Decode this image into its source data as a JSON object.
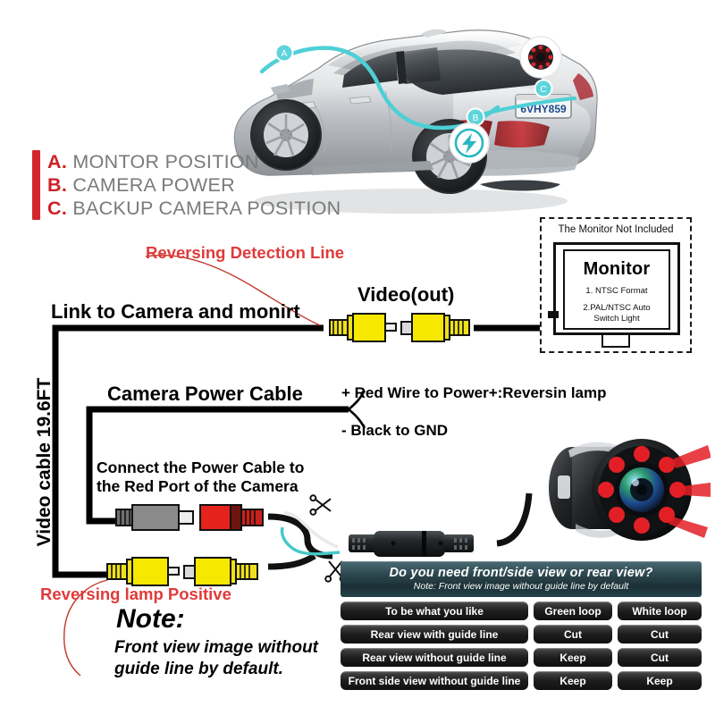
{
  "legend": {
    "items": [
      {
        "letter": "A.",
        "label": "MONTOR POSITION"
      },
      {
        "letter": "B.",
        "label": "CAMERA POWER"
      },
      {
        "letter": "C.",
        "label": "BACKUP CAMERA POSITION"
      }
    ],
    "bar_color": "#d2262c",
    "letter_color": "#cf2027",
    "text_color": "#7a7a7a"
  },
  "car": {
    "license_plate": "6VHY859",
    "markers": [
      "A",
      "B",
      "C"
    ],
    "route_line_color": "#4ecfd6"
  },
  "labels": {
    "link_to_camera": "Link to Camera and monirt",
    "video_out": "Video(out)",
    "reversing_detection_line": "Reversing Detection Line",
    "camera_power_cable": "Camera Power Cable",
    "red_wire": "+ Red Wire to Power+:Reversin lamp",
    "black_gnd": "- Black to GND",
    "connect_power_line1": "Connect the Power Cable to",
    "connect_power_line2": "the Red Port of the Camera",
    "reversing_lamp_positive": "Reversing lamp Positive",
    "note_title": "Note:",
    "note_line1": "Front view image without",
    "note_line2": "guide line by default.",
    "video_cable_length": "Video cable 19.6FT",
    "red_text_color": "#e03a3a"
  },
  "monitor": {
    "caption": "The Monitor Not Included",
    "title": "Monitor",
    "spec1": "1. NTSC Format",
    "spec2_line1": "2.PAL/NTSC Auto",
    "spec2_line2": "Switch Light"
  },
  "options": {
    "banner_title": "Do you need front/side view or rear view?",
    "banner_note": "Note: Front view image without guide line by default",
    "rows": [
      {
        "choice": "To be what you like",
        "green": "Green loop",
        "white": "White loop"
      },
      {
        "choice": "Rear view with guide line",
        "green": "Cut",
        "white": "Cut"
      },
      {
        "choice": "Rear view without guide line",
        "green": "Keep",
        "white": "Cut"
      },
      {
        "choice": "Front side view without guide line",
        "green": "Keep",
        "white": "Keep"
      }
    ]
  },
  "connectors": {
    "video_plug_color": "#f5e400",
    "power_male_color": "#7d7d7d",
    "power_female_color": "#e32119",
    "coupler_color": "#1b1b1b",
    "loop_wire_green": "#45c8c8",
    "loop_wire_white": "#f0f0f0"
  }
}
